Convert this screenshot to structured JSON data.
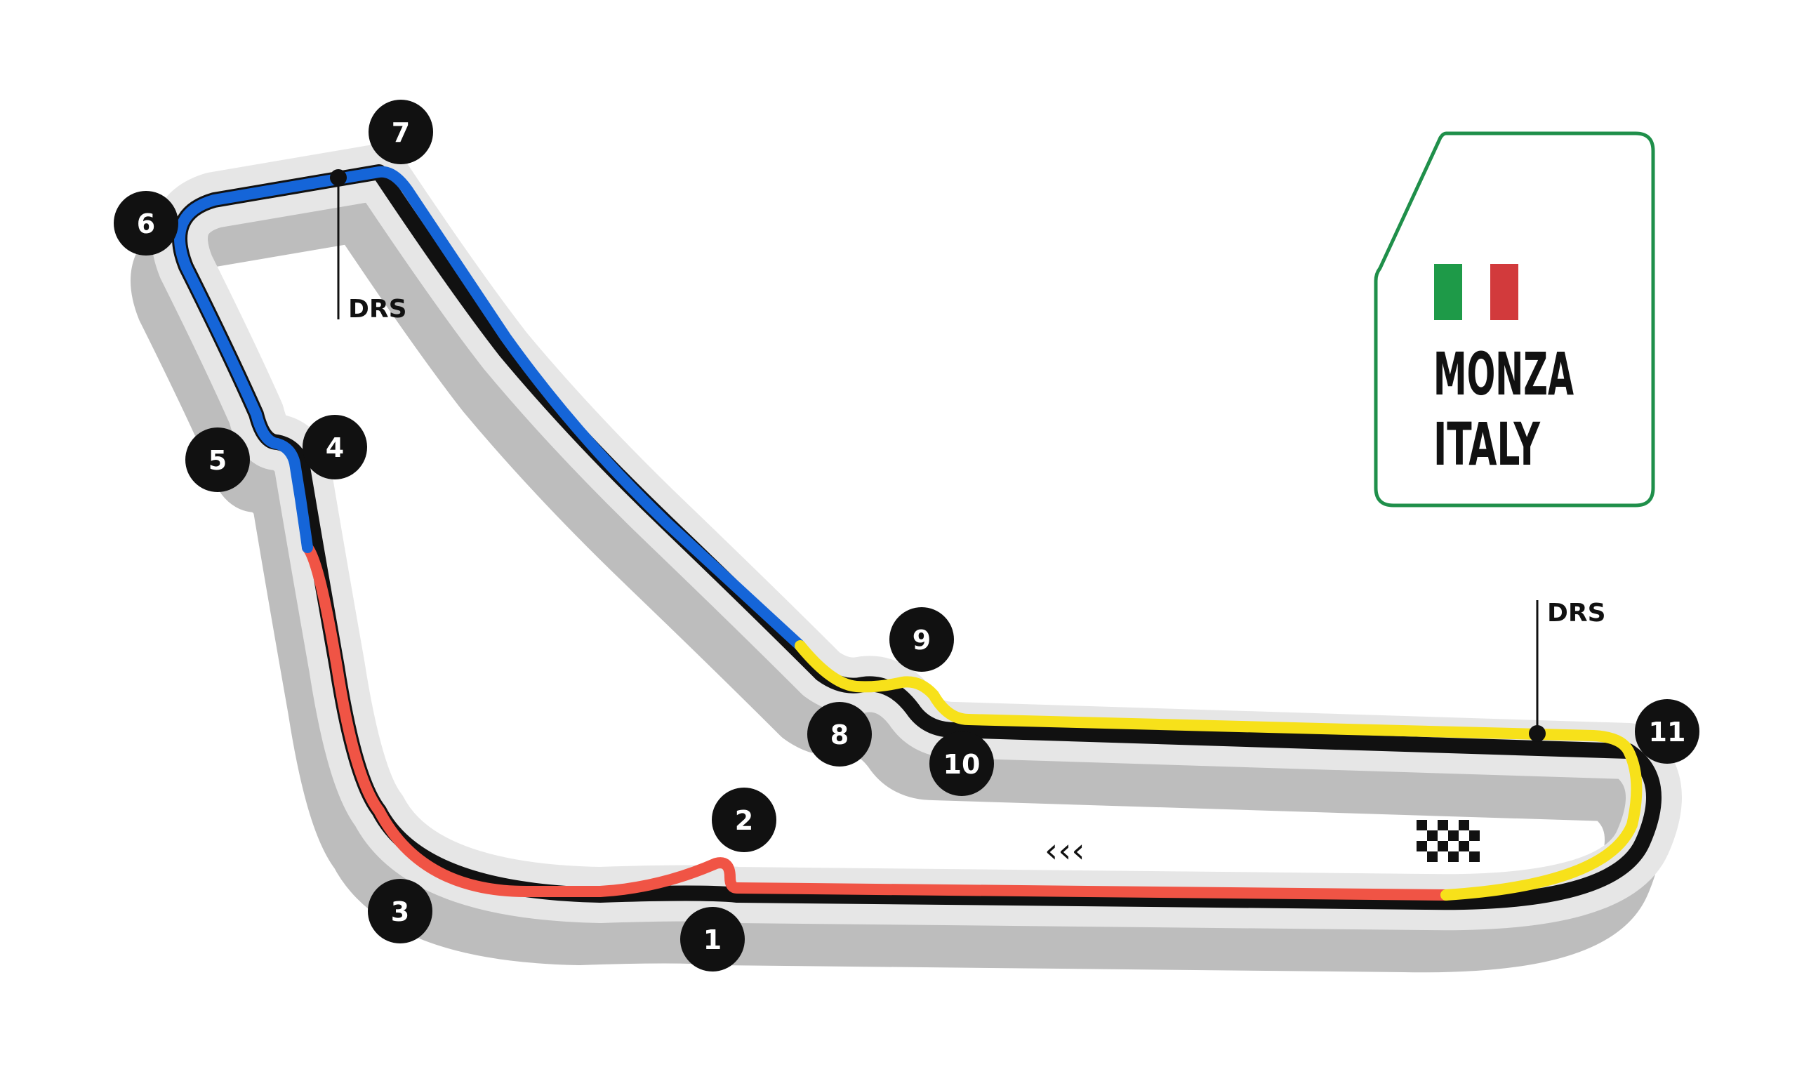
{
  "track": {
    "name": "MONZA",
    "country": "ITALY",
    "colors": {
      "sector1": "#f05445",
      "sector2": "#1565d8",
      "sector3": "#f7e11a",
      "runoff": "#e6e6e6",
      "shadow": "#bdbdbd",
      "card_border": "#1f8f4a",
      "flag_green": "#1e9a48",
      "flag_red": "#d23a3c"
    }
  },
  "corners": [
    {
      "label": "1"
    },
    {
      "label": "2"
    },
    {
      "label": "3"
    },
    {
      "label": "4"
    },
    {
      "label": "5"
    },
    {
      "label": "6"
    },
    {
      "label": "7"
    },
    {
      "label": "8"
    },
    {
      "label": "9"
    },
    {
      "label": "10"
    },
    {
      "label": "11"
    }
  ],
  "drs": [
    {
      "label": "DRS"
    },
    {
      "label": "DRS"
    }
  ],
  "direction": {
    "symbol": "‹‹‹"
  },
  "icons": {
    "finish": "checkered-flag-icon",
    "direction": "direction-arrows-icon"
  }
}
